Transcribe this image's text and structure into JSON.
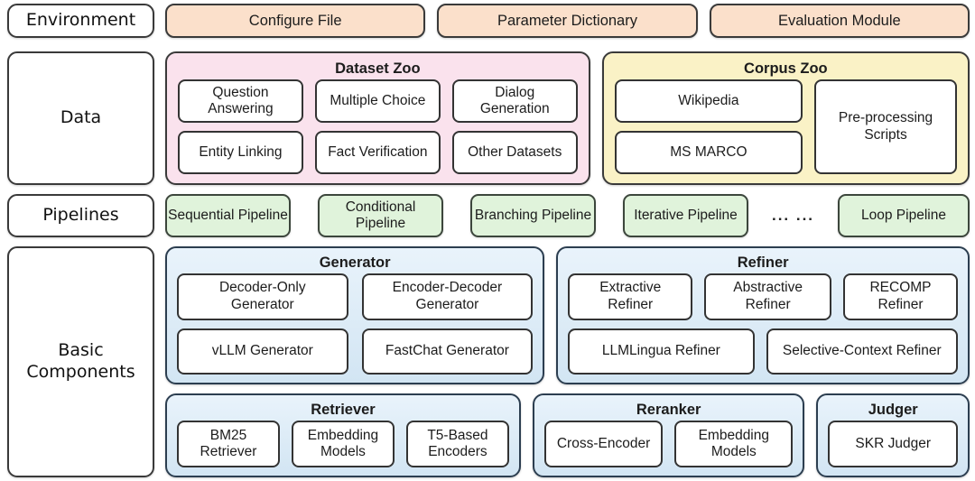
{
  "colors": {
    "peach": "#FBE0CB",
    "pink": "#FAE2ED",
    "yellow": "#FAF2C6",
    "green": "#E0F3DB",
    "blue-light": "#E9F3FB",
    "blue": "#D2E5F3",
    "border-dark": "#3A3A3A",
    "border-blue": "#2C3E50"
  },
  "rows": {
    "environment": {
      "label": "Environment",
      "boxes": [
        "Configure File",
        "Parameter Dictionary",
        "Evaluation Module"
      ]
    },
    "data": {
      "label": "Data",
      "dataset_zoo": {
        "title": "Dataset Zoo",
        "items": [
          "Question Answering",
          "Multiple Choice",
          "Dialog Generation",
          "Entity Linking",
          "Fact Verification",
          "Other Datasets"
        ]
      },
      "corpus_zoo": {
        "title": "Corpus Zoo",
        "items": [
          "Wikipedia",
          "MS MARCO"
        ],
        "side_item": "Pre-processing Scripts"
      }
    },
    "pipelines": {
      "label": "Pipelines",
      "items": [
        "Sequential Pipeline",
        "Conditional Pipeline",
        "Branching Pipeline",
        "Iterative Pipeline"
      ],
      "ellipsis": "... ...",
      "last_item": "Loop Pipeline"
    },
    "components": {
      "label": "Basic Components",
      "generator": {
        "title": "Generator",
        "items": [
          "Decoder-Only Generator",
          "Encoder-Decoder Generator",
          "vLLM Generator",
          "FastChat Generator"
        ]
      },
      "refiner": {
        "title": "Refiner",
        "items": [
          "Extractive Refiner",
          "Abstractive Refiner",
          "RECOMP Refiner",
          "LLMLingua Refiner",
          "Selective-Context Refiner"
        ]
      },
      "retriever": {
        "title": "Retriever",
        "items": [
          "BM25 Retriever",
          "Embedding Models",
          "T5-Based Encoders"
        ]
      },
      "reranker": {
        "title": "Reranker",
        "items": [
          "Cross-Encoder",
          "Embedding Models"
        ]
      },
      "judger": {
        "title": "Judger",
        "items": [
          "SKR Judger"
        ]
      }
    }
  }
}
